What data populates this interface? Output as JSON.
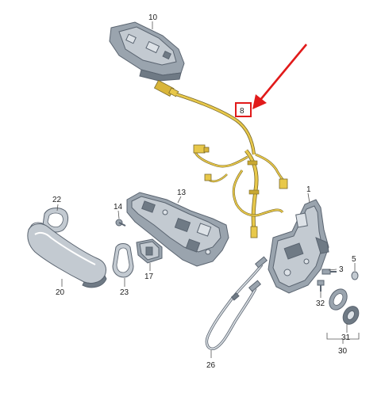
{
  "labels": {
    "p10": "10",
    "p8": "8",
    "p22": "22",
    "p14": "14",
    "p13": "13",
    "p1": "1",
    "p3": "3",
    "p5": "5",
    "p20": "20",
    "p23": "23",
    "p17": "17",
    "p32": "32",
    "p31": "31",
    "p30": "30",
    "p26": "26"
  },
  "colors": {
    "highlight": "#e11a1a",
    "harness": "#e8c84a",
    "harness_outline": "#7a6a2a",
    "part_fill": "#b9c1c9",
    "part_dark": "#6f7a85"
  }
}
